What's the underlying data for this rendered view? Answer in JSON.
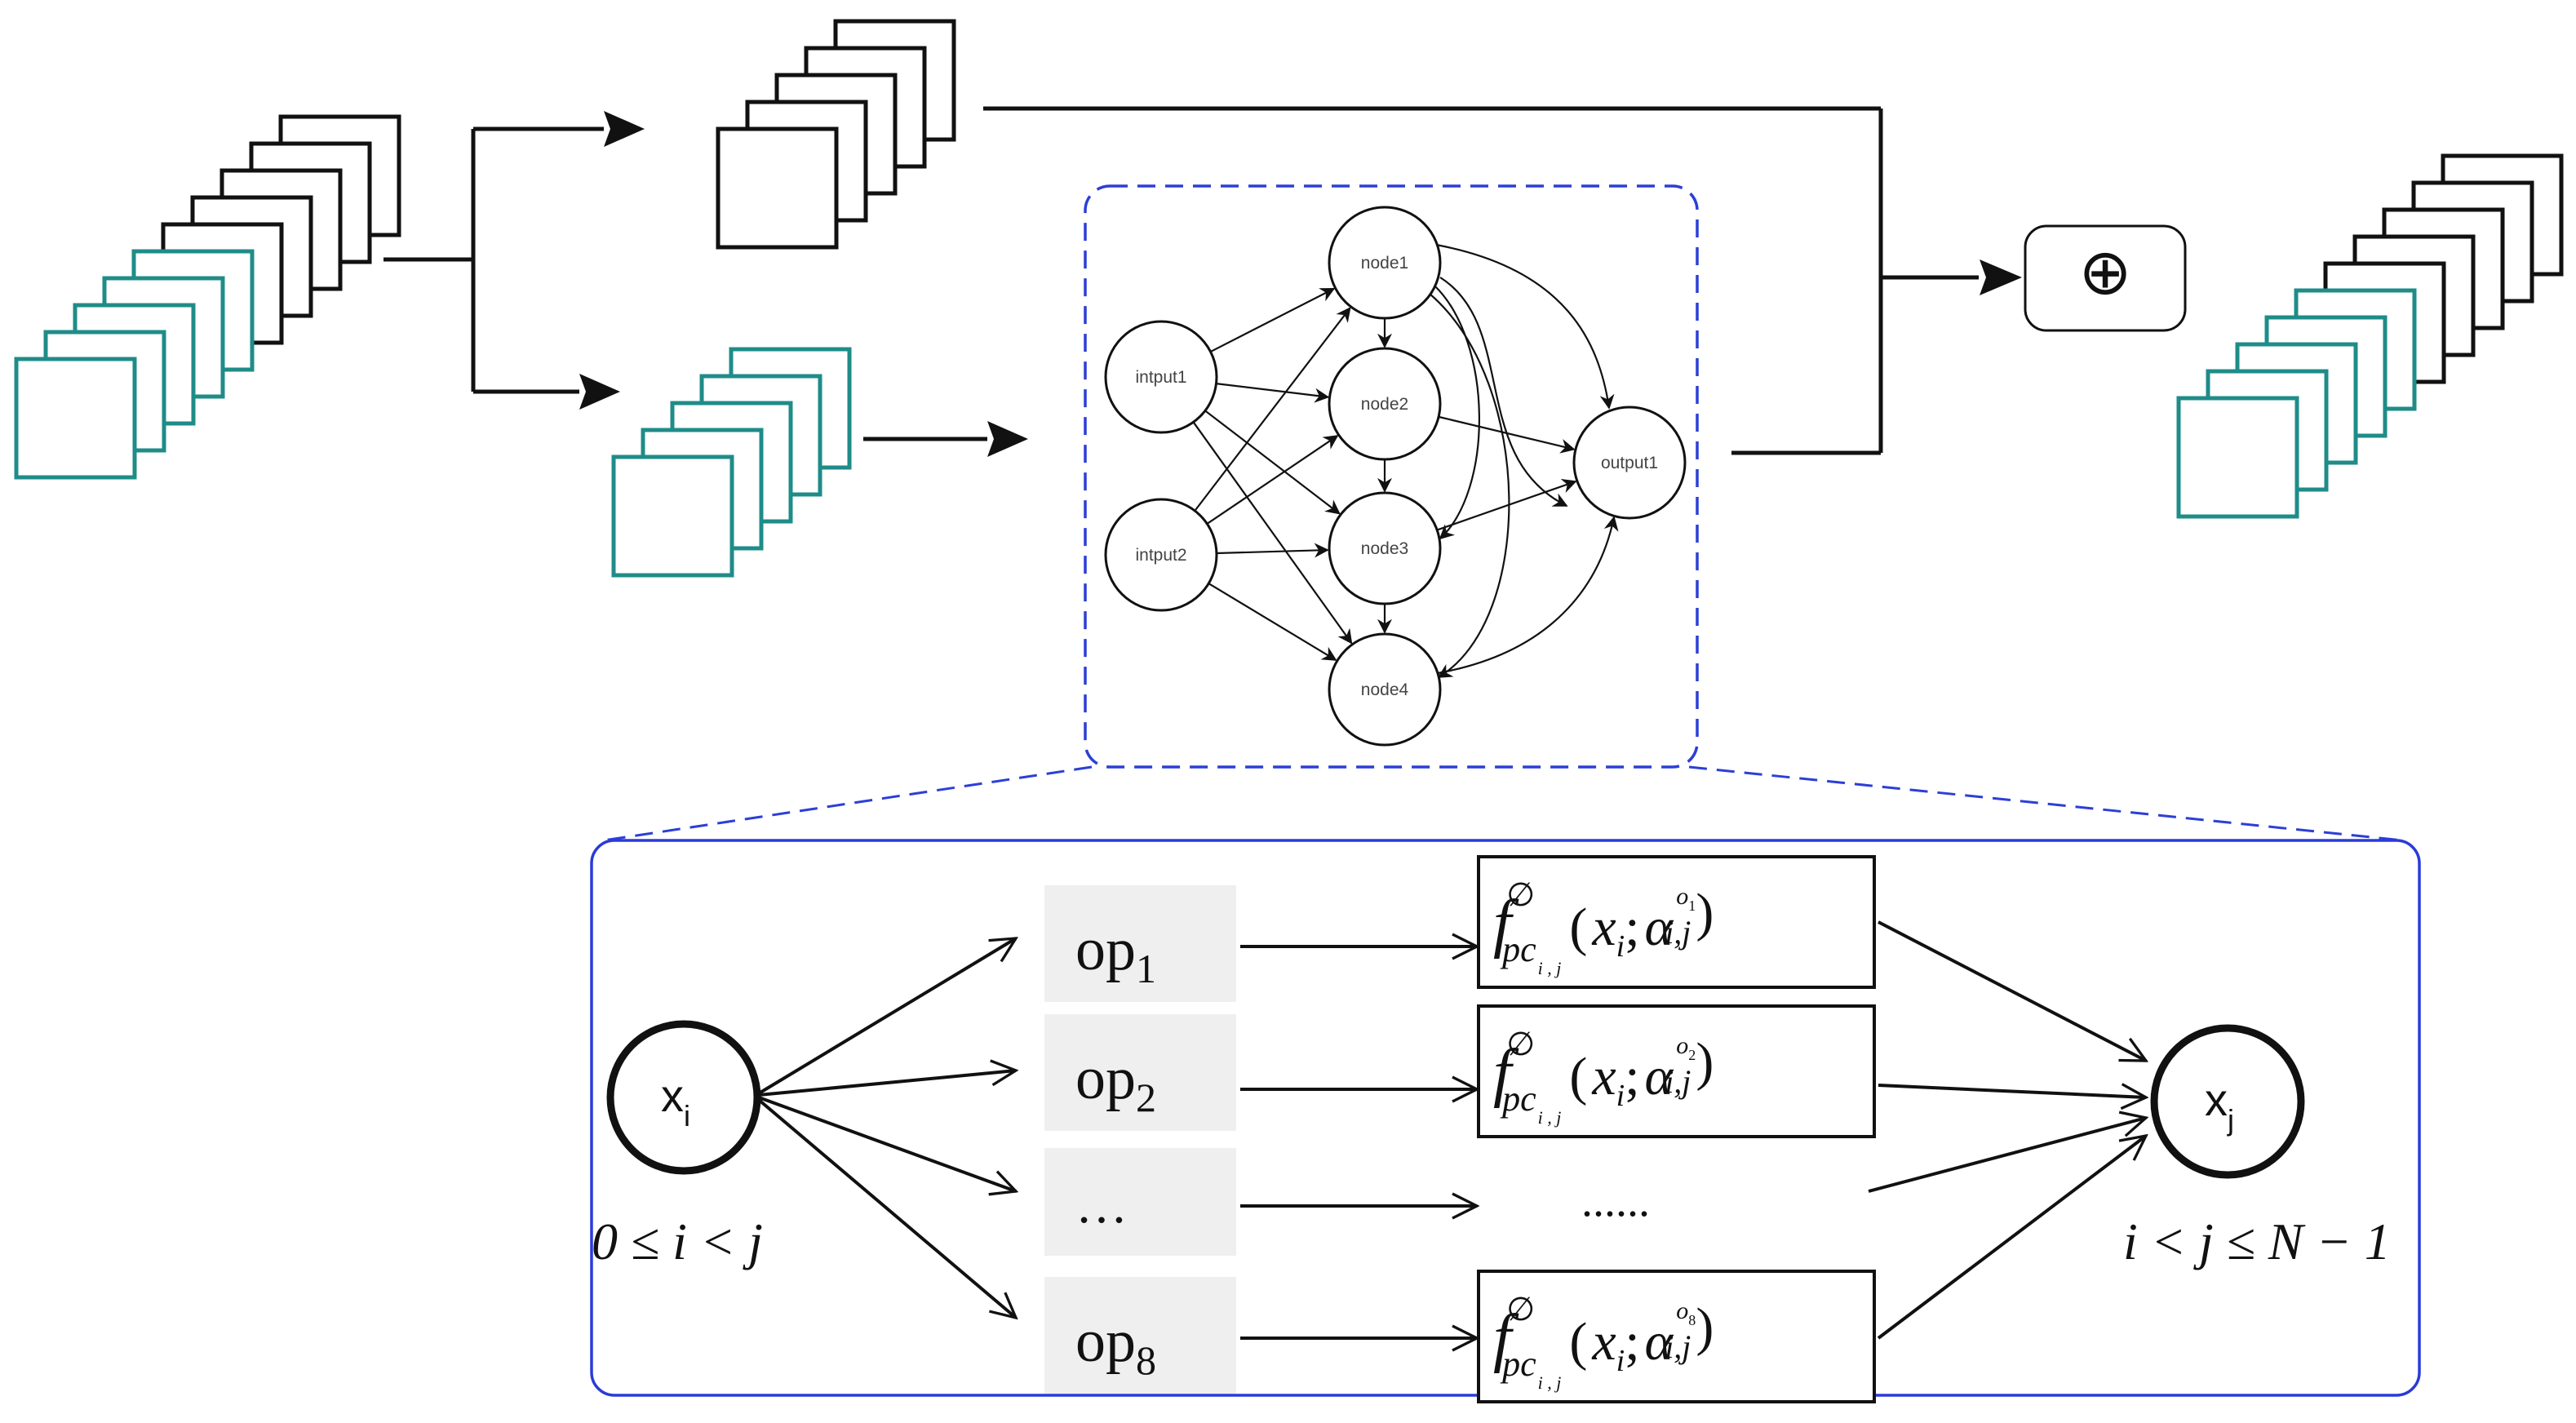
{
  "colors": {
    "teal": "#1f8c88",
    "black": "#111111",
    "blue_dash": "#2c3fd6",
    "blue_box": "#2a3bd8",
    "op_bg": "#efefef"
  },
  "plus_symbol": "⊕",
  "cell_graph": {
    "nodes": {
      "input1": "intput1",
      "input2": "intput2",
      "node1": "node1",
      "node2": "node2",
      "node3": "node3",
      "node4": "node4",
      "output1": "output1"
    }
  },
  "detail": {
    "xi": {
      "base": "x",
      "sub": "i"
    },
    "xj": {
      "base": "x",
      "sub": "j"
    },
    "constraint_left": "0 ≤ i < j",
    "constraint_right": "i < j ≤ N − 1",
    "ops": [
      {
        "base": "op",
        "sub": "1"
      },
      {
        "base": "op",
        "sub": "2"
      },
      {
        "base": "…",
        "sub": ""
      },
      {
        "base": "op",
        "sub": "8"
      }
    ],
    "ellipsis": "......",
    "func": {
      "f": "f",
      "sup": "∅",
      "sub": "pc",
      "subsub": "i , j",
      "args_open": "(",
      "xi": "x",
      "xi_sub": "i",
      "semi": ";",
      "alpha": "α",
      "alpha_sub": "i,j",
      "args_close": ")"
    },
    "func_o_sub": [
      "1",
      "2",
      "8"
    ]
  }
}
